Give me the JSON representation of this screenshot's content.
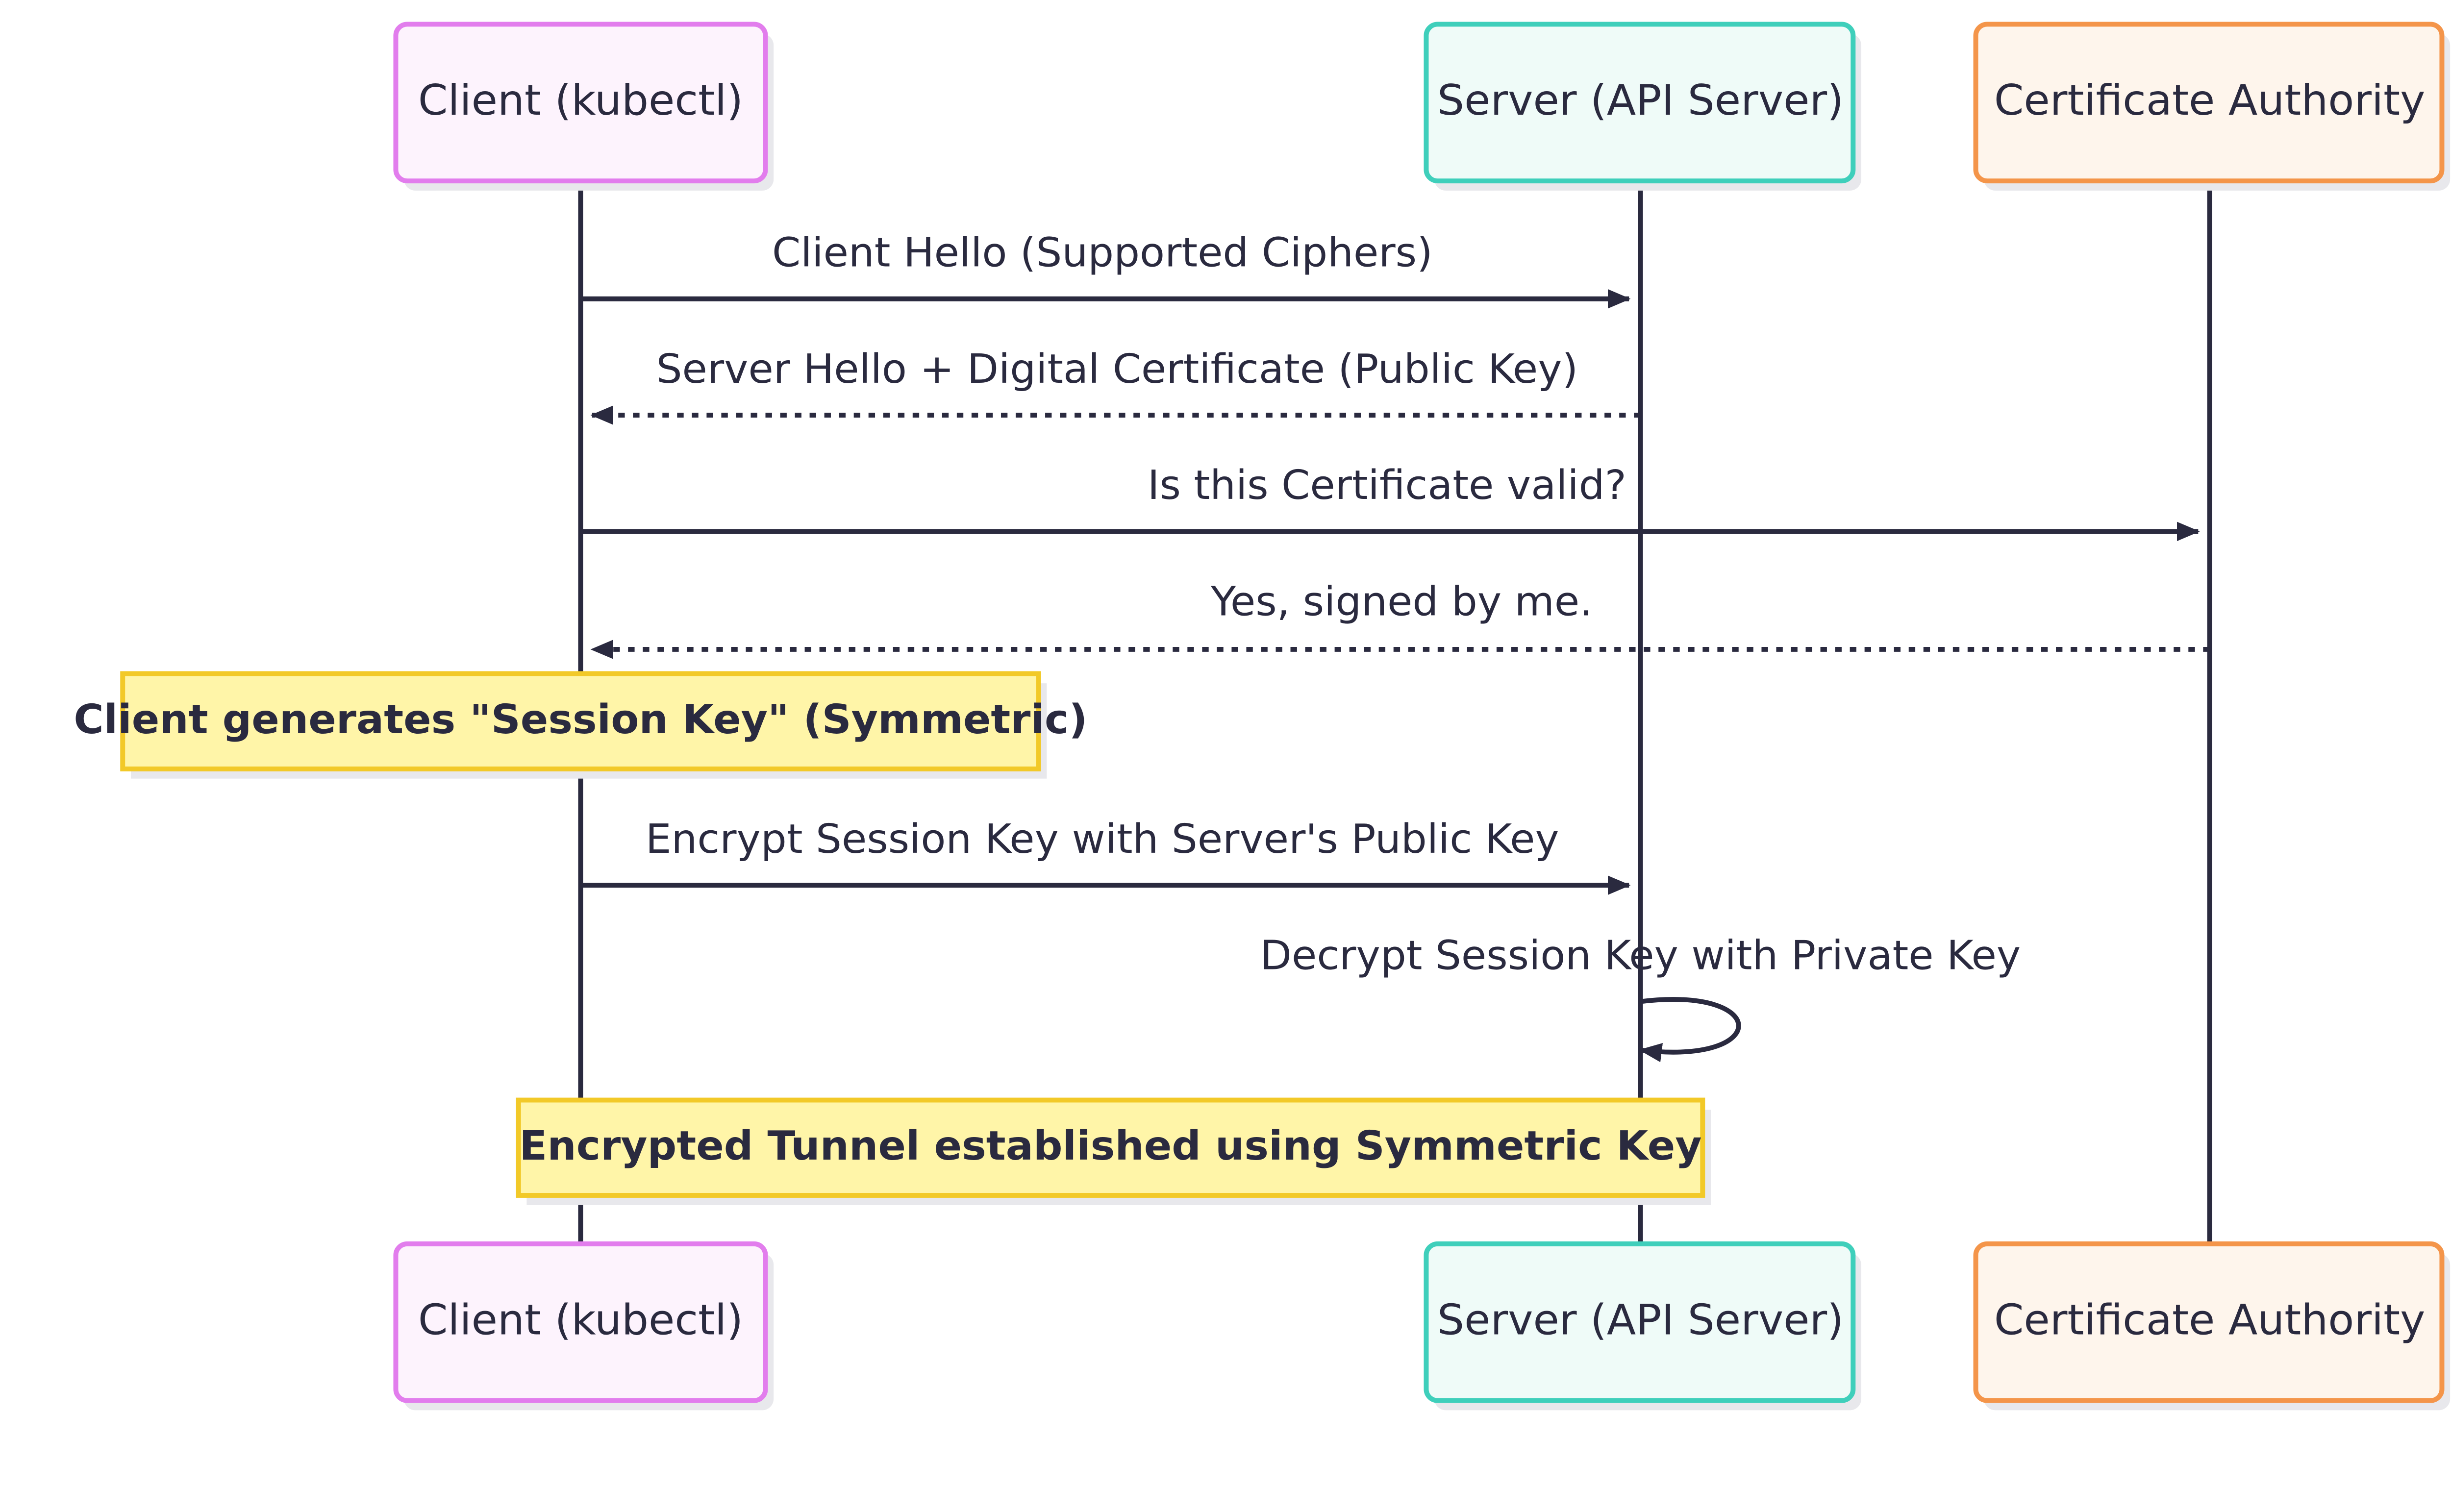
{
  "actors": [
    {
      "id": "client",
      "label": "Client (kubectl)",
      "stroke": "#e27ded",
      "fill": "#fdf3fd"
    },
    {
      "id": "server",
      "label": "Server (API Server)",
      "stroke": "#3fcfbb",
      "fill": "#effbf8"
    },
    {
      "id": "ca",
      "label": "Certificate Authority",
      "stroke": "#f4954a",
      "fill": "#fef5ec"
    }
  ],
  "messages": [
    {
      "label": "Client Hello (Supported Ciphers)",
      "from": "client",
      "to": "server",
      "style": "solid"
    },
    {
      "label": "Server Hello + Digital Certificate (Public Key)",
      "from": "server",
      "to": "client",
      "style": "dashed"
    },
    {
      "label": "Is this Certificate valid?",
      "from": "client",
      "to": "ca",
      "style": "solid"
    },
    {
      "label": "Yes, signed by me.",
      "from": "ca",
      "to": "client",
      "style": "dashed"
    },
    {
      "label": "Encrypt Session Key with Server's Public Key",
      "from": "client",
      "to": "server",
      "style": "solid"
    },
    {
      "label": "Decrypt Session Key with Private Key",
      "from": "server",
      "to": "server",
      "style": "self"
    }
  ],
  "notes": [
    {
      "label": "Client generates \"Session Key\" (Symmetric)",
      "over": [
        "client"
      ]
    },
    {
      "label": "Encrypted Tunnel established using Symmetric Key",
      "over": [
        "client",
        "server"
      ]
    }
  ],
  "colors": {
    "line": "#2a2a3f",
    "note_fill": "#fff5a8",
    "note_stroke": "#f2c928",
    "shadow": "#e8e8ec"
  }
}
